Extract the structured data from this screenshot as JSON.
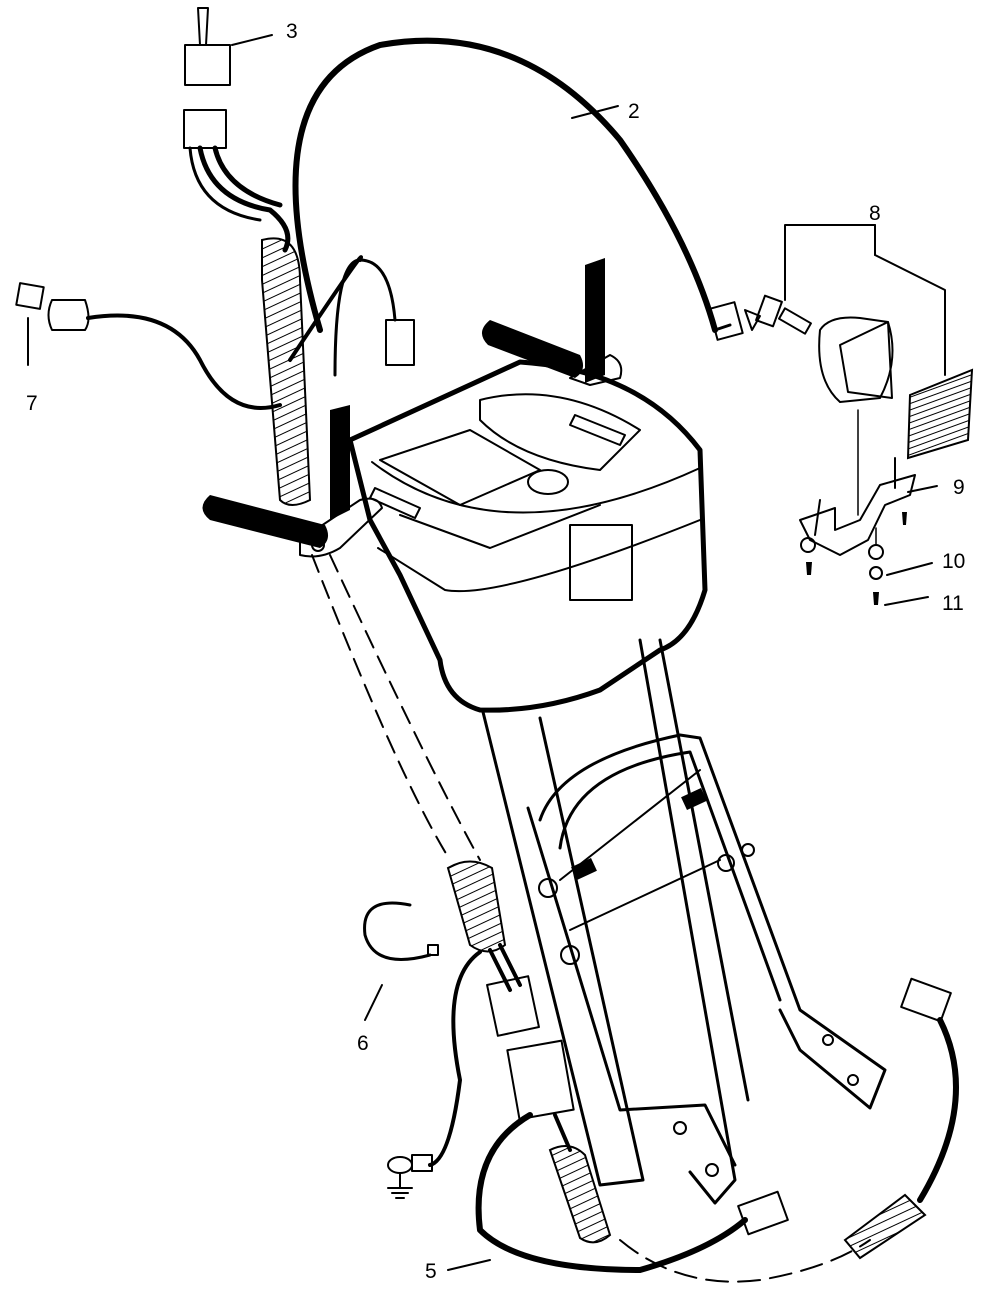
{
  "diagram": {
    "callouts": {
      "c2": "2",
      "c3": "3",
      "c5": "5",
      "c6": "6",
      "c7": "7",
      "c8": "8",
      "c9": "9",
      "c10": "10",
      "c11": "11"
    }
  },
  "colors": {
    "ink": "#000000",
    "paper": "#ffffff",
    "shade": "#d9d9d9"
  }
}
